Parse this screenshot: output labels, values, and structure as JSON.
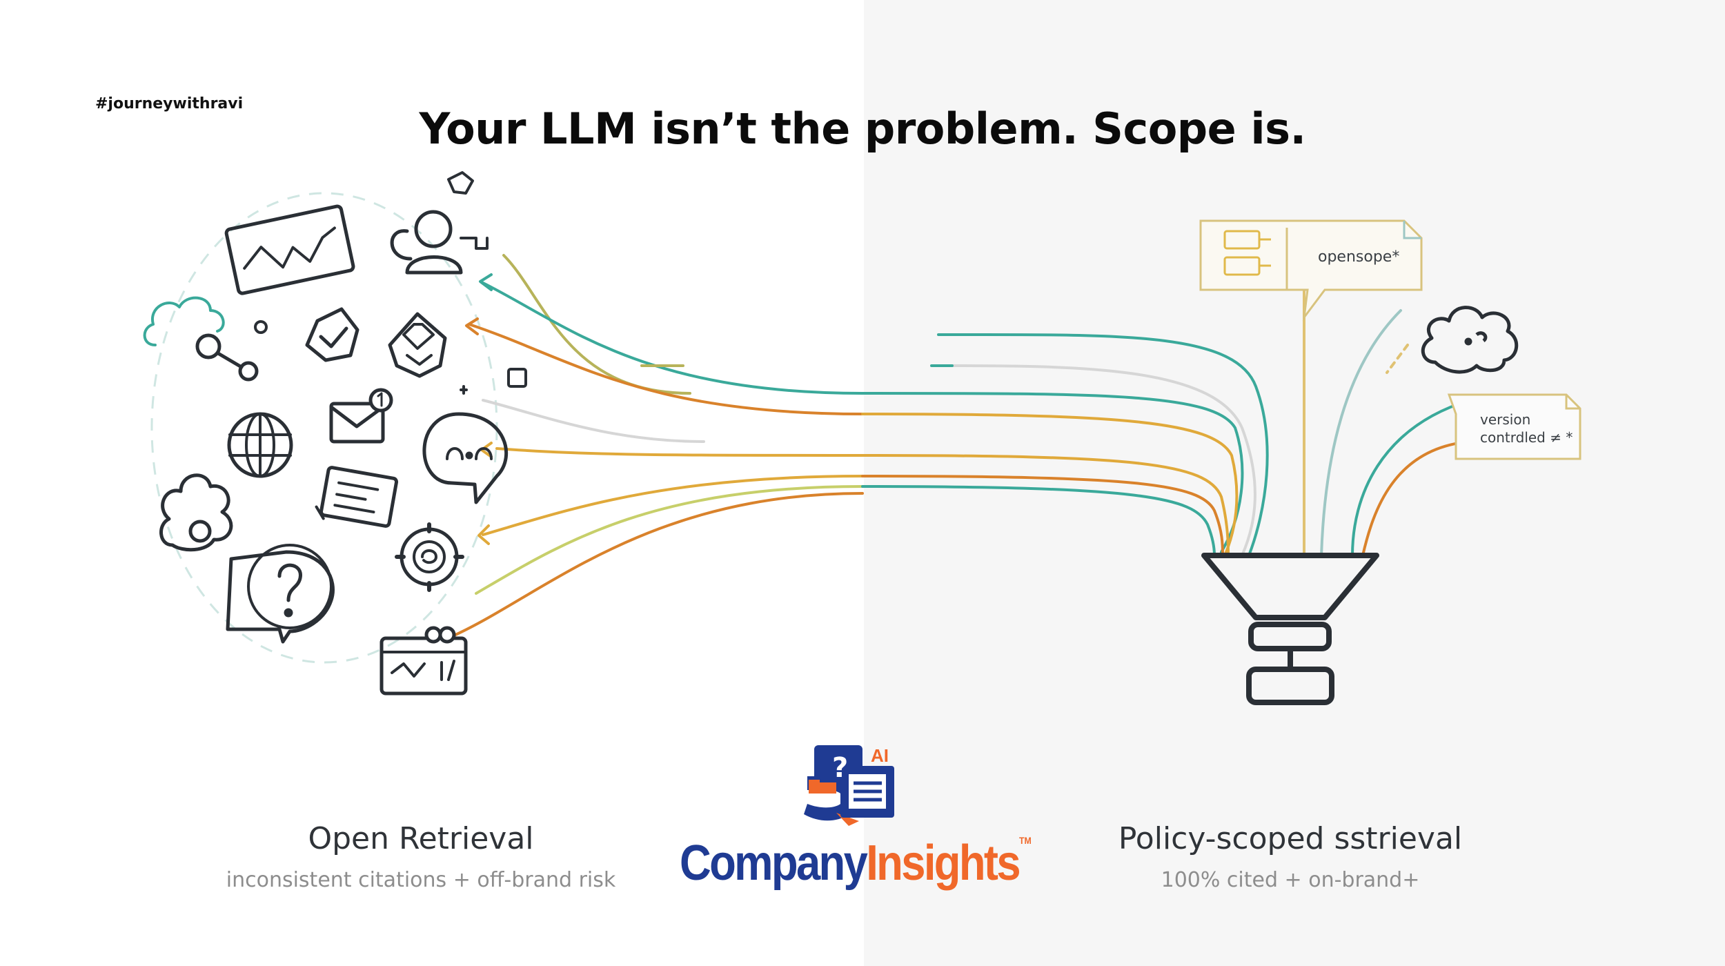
{
  "hashtag": "#journeywithravi",
  "headline": "Your LLM isn’t the problem. Scope is.",
  "left_panel": {
    "title": "Open Retrieval",
    "subtitle": "inconsistent citations + off-brand risk",
    "icons": [
      "line-chart-icon",
      "user-icon",
      "cloud-network-icon",
      "shield-check-icon",
      "badge-icon",
      "envelope-icon",
      "globe-icon",
      "chat-face-icon",
      "document-icon",
      "cloud-icon",
      "gear-icon",
      "question-bubble-icon",
      "calendar-chart-icon"
    ]
  },
  "right_panel": {
    "title": "Policy-scoped sstrieval",
    "subtitle": "100% cited + on-brand+",
    "callout_top": "opensope*",
    "callout_side_line1": "version",
    "callout_side_line2": "contrdled ≠ *",
    "icons": [
      "funnel-icon",
      "cloud-icon",
      "database-icon"
    ]
  },
  "logo": {
    "ai": "AI",
    "question": "?",
    "company": "Company",
    "insights": "Insights",
    "tm": "TM"
  },
  "colors": {
    "teal": "#3aa99a",
    "gold": "#e0a93a",
    "orange": "#d9822b",
    "olive": "#b7b35a",
    "dark": "#2a2f35",
    "blue": "#1f3b93",
    "accent": "#f0682a"
  }
}
